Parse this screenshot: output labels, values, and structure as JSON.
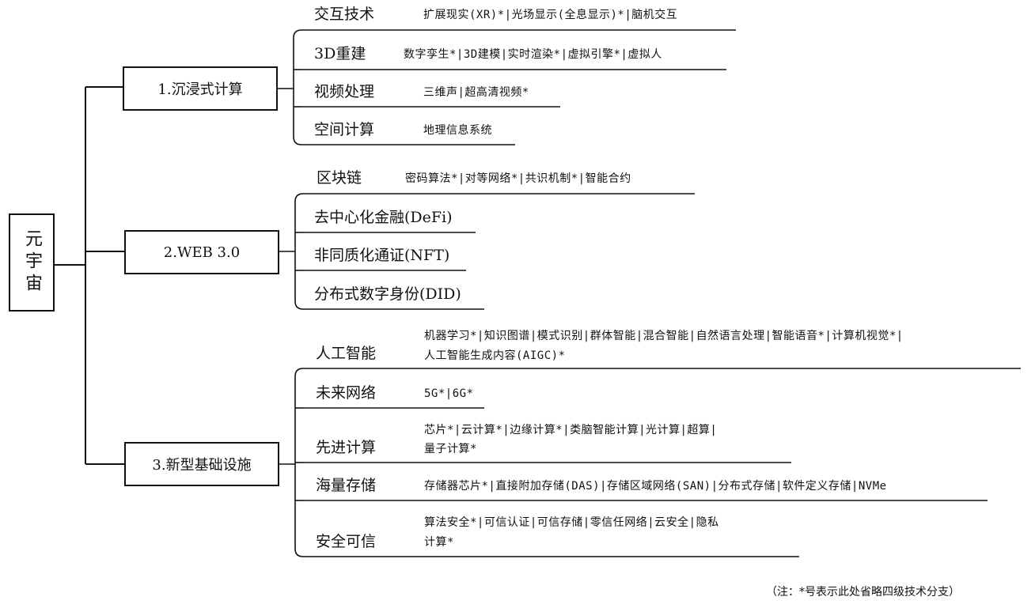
{
  "root": {
    "label": "元宇宙"
  },
  "branches": [
    {
      "label": "1.沉浸式计算",
      "children": [
        {
          "label": "交互技术",
          "leaves": [
            "扩展现实(XR)*|光场显示(全息显示)*|脑机交互"
          ]
        },
        {
          "label": "3D重建",
          "leaves": [
            "数字孪生*|3D建模|实时渲染*|虚拟引擎*|虚拟人"
          ]
        },
        {
          "label": "视频处理",
          "leaves": [
            "三维声|超高清视频*"
          ]
        },
        {
          "label": "空间计算",
          "leaves": [
            "地理信息系统"
          ]
        }
      ]
    },
    {
      "label": "2.WEB 3.0",
      "children": [
        {
          "label": "区块链",
          "leaves": [
            "密码算法*|对等网络*|共识机制*|智能合约"
          ]
        },
        {
          "label": "去中心化金融(DeFi)",
          "leaves": []
        },
        {
          "label": "非同质化通证(NFT)",
          "leaves": []
        },
        {
          "label": "分布式数字身份(DID)",
          "leaves": []
        }
      ]
    },
    {
      "label": "3.新型基础设施",
      "children": [
        {
          "label": "人工智能",
          "leaves": [
            "机器学习*|知识图谱|模式识别|群体智能|混合智能|自然语言处理|智能语音*|计算机视觉*|",
            "人工智能生成内容(AIGC)*"
          ]
        },
        {
          "label": "未来网络",
          "leaves": [
            "5G*|6G*"
          ]
        },
        {
          "label": "先进计算",
          "leaves": [
            "芯片*|云计算*|边缘计算*|类脑智能计算|光计算|超算|",
            "量子计算*"
          ]
        },
        {
          "label": "海量存储",
          "leaves": [
            "存储器芯片*|直接附加存储(DAS)|存储区域网络(SAN)|分布式存储|软件定义存储|NVMe"
          ]
        },
        {
          "label": "安全可信",
          "leaves": [
            "算法安全*|可信认证|可信存储|零信任网络|云安全|隐私",
            "计算*"
          ]
        }
      ]
    }
  ],
  "note": "（注：*号表示此处省略四级技术分支）"
}
